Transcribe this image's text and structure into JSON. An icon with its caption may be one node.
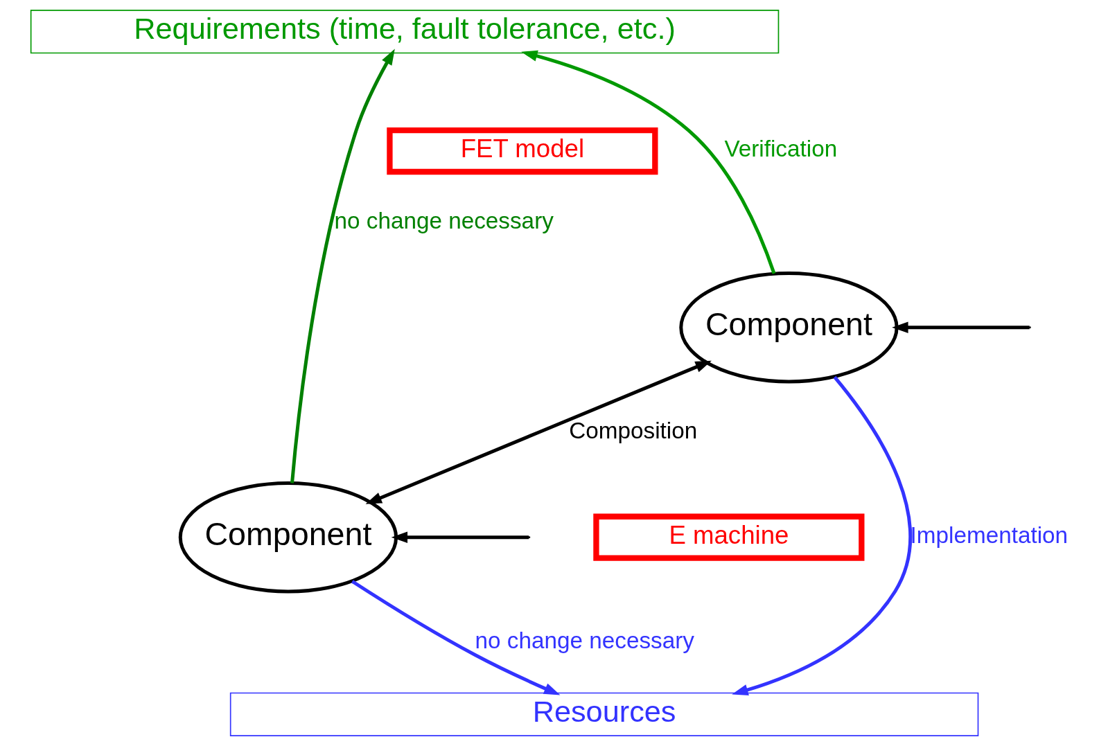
{
  "diagram": {
    "nodes": [
      {
        "text": [
          "Requirements (time, fault tolerance, etc.)"
        ]
      },
      {
        "text": [
          "Component"
        ]
      },
      {
        "text": [
          "Component"
        ]
      },
      {
        "text": [
          "FET model"
        ]
      },
      {
        "text": [
          "E machine"
        ]
      },
      {
        "text": [
          "Resources"
        ]
      }
    ],
    "edges": [
      {
        "from": null,
        "to": 1,
        "arrow": "to"
      },
      {
        "from": 1,
        "to": 0,
        "arrow": "to",
        "label": "Verification",
        "color": "#009900"
      },
      {
        "from": 2,
        "to": 0,
        "arrow": "to",
        "label": "no change necessary",
        "color": "#008000"
      },
      {
        "from": 1,
        "to": 2,
        "arrow": "both",
        "label": "Composition"
      },
      {
        "from": null,
        "to": 2,
        "arrow": "to"
      },
      {
        "from": 1,
        "to": 5,
        "arrow": "to",
        "label": "Implementation",
        "color": "#3333ff"
      },
      {
        "from": 2,
        "to": 5,
        "arrow": "to",
        "label": "no change necessary",
        "color": "#3333ff"
      }
    ]
  }
}
